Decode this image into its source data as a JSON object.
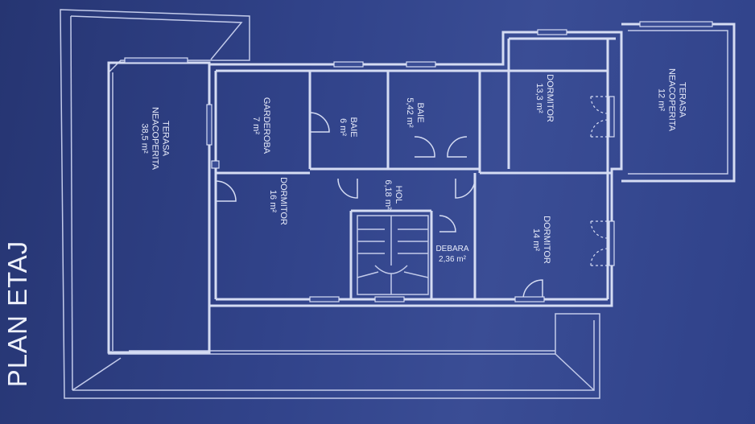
{
  "plan_title": "PLAN ETAJ",
  "rooms": [
    {
      "key": "terasa_left",
      "name_line1": "TERASA",
      "name_line2": "NEACOPERITA",
      "area": "38,5 m²"
    },
    {
      "key": "garderoba",
      "name_line1": "GARDEROBA",
      "area": "7 m²"
    },
    {
      "key": "dormitor_16",
      "name_line1": "DORMITOR",
      "area": "16 m²"
    },
    {
      "key": "baie_6",
      "name_line1": "BAIE",
      "area": "6 m²"
    },
    {
      "key": "baie_542",
      "name_line1": "BAIE",
      "area": "5,42 m²"
    },
    {
      "key": "hol",
      "name_line1": "HOL",
      "area": "6,18 m²"
    },
    {
      "key": "debara",
      "name_line1": "DEBARA",
      "area": "2,36 m²"
    },
    {
      "key": "dormitor_133",
      "name_line1": "DORMITOR",
      "area": "13,3 m²"
    },
    {
      "key": "dormitor_14",
      "name_line1": "DORMITOR",
      "area": "14 m²"
    },
    {
      "key": "terasa_right",
      "name_line1": "TERASA",
      "name_line2": "NEACOPERITA",
      "area": "12 m²"
    }
  ]
}
